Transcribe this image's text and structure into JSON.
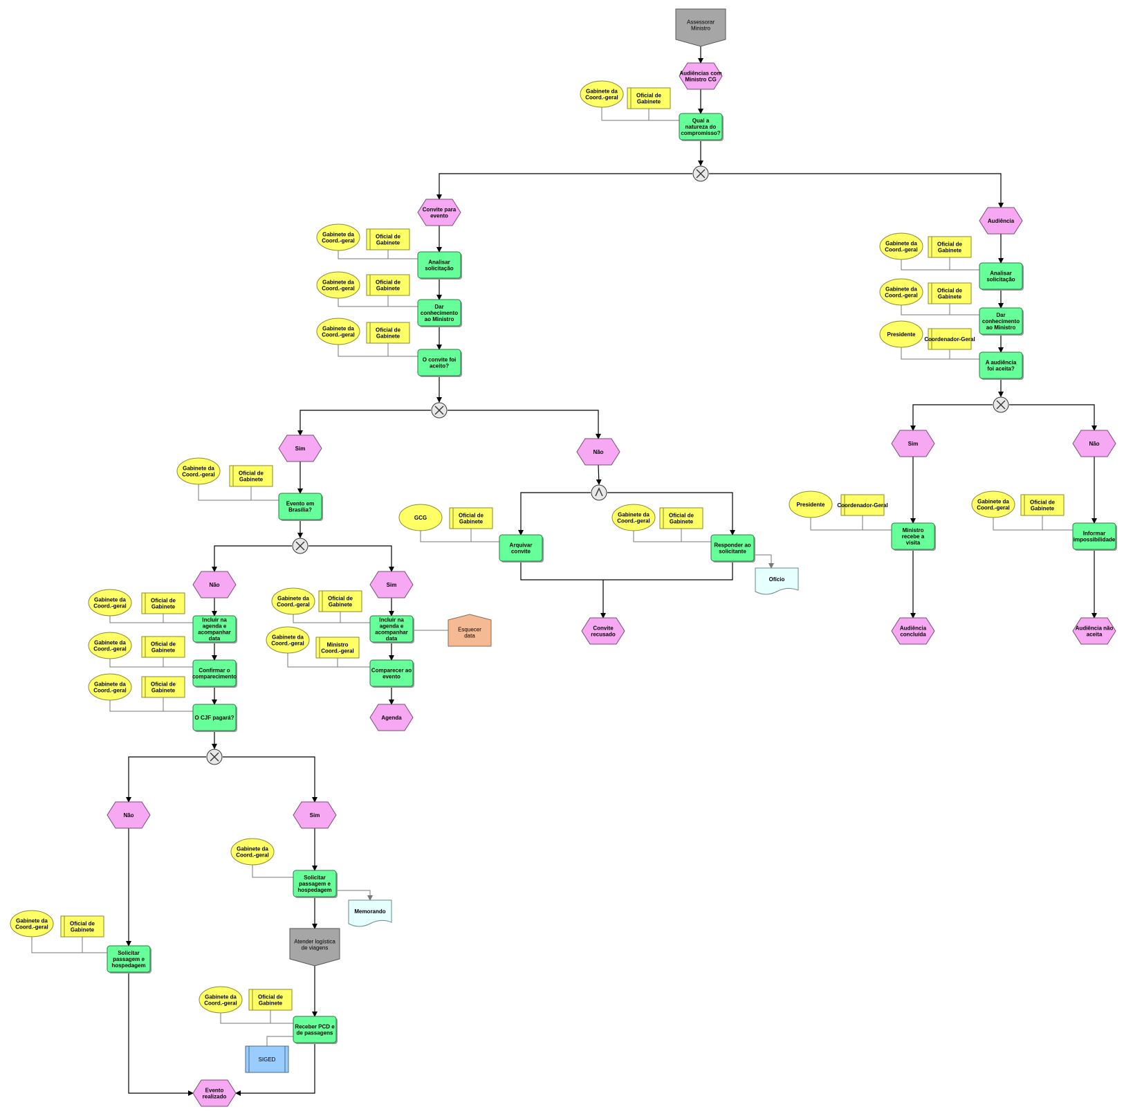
{
  "colors": {
    "function": "#66ff99",
    "event": "#f7a8f2",
    "org_unit": "#ffff66",
    "role": "#ffff66",
    "process_path": "#a6a6a6",
    "document": "#e6ffff",
    "system": "#99ccff",
    "other": "#f5b994",
    "connector": "#e8e8e8"
  },
  "nodes": [
    {
      "id": "pp_top",
      "type": "process_path",
      "label": "Assessorar Ministro"
    },
    {
      "id": "e_aud_cg",
      "type": "event",
      "label": "Audiências com Ministro CG"
    },
    {
      "id": "f_natureza",
      "type": "function",
      "label": "Qual a natureza do compromisso?"
    },
    {
      "id": "x1",
      "type": "xor"
    },
    {
      "id": "e_convite",
      "type": "event",
      "label": "Convite para evento"
    },
    {
      "id": "e_audiencia",
      "type": "event",
      "label": "Audiência"
    },
    {
      "id": "f_analisar_l",
      "type": "function",
      "label": "Analisar solicitação"
    },
    {
      "id": "f_dar_l",
      "type": "function",
      "label": "Dar conhecimento ao Ministro"
    },
    {
      "id": "f_aceito_l",
      "type": "function",
      "label": "O convite foi aceito?"
    },
    {
      "id": "x2",
      "type": "xor"
    },
    {
      "id": "e_sim2",
      "type": "event",
      "label": "Sim"
    },
    {
      "id": "e_nao2",
      "type": "event",
      "label": "Não"
    },
    {
      "id": "f_brasilia",
      "type": "function",
      "label": "Evento em Brasília?"
    },
    {
      "id": "x3",
      "type": "xor"
    },
    {
      "id": "e_nao3",
      "type": "event",
      "label": "Não"
    },
    {
      "id": "e_sim3",
      "type": "event",
      "label": "Sim"
    },
    {
      "id": "f_incluir_a",
      "type": "function",
      "label": "Incluir na agenda e acompanhar data"
    },
    {
      "id": "f_confirmar",
      "type": "function",
      "label": "Confirmar o comparecimento"
    },
    {
      "id": "f_cjf",
      "type": "function",
      "label": "O CJF pagará?"
    },
    {
      "id": "f_incluir_b",
      "type": "function",
      "label": "Incluir na agenda e acompanhar data"
    },
    {
      "id": "f_comparecer",
      "type": "function",
      "label": "Comparecer ao evento"
    },
    {
      "id": "e_agenda",
      "type": "event",
      "label": "Agenda"
    },
    {
      "id": "o_esquecer",
      "type": "other",
      "label": "Esquecer data"
    },
    {
      "id": "x4",
      "type": "xor"
    },
    {
      "id": "e_nao4",
      "type": "event",
      "label": "Não"
    },
    {
      "id": "e_sim4",
      "type": "event",
      "label": "Sim"
    },
    {
      "id": "f_solic_b",
      "type": "function",
      "label": "Solicitar passagem e hospedagem"
    },
    {
      "id": "d_memorando",
      "type": "document",
      "label": "Memorando"
    },
    {
      "id": "pp_logistica",
      "type": "process_path",
      "label": "Atender logística de viagens"
    },
    {
      "id": "f_receber",
      "type": "function",
      "label": "Receber PCD e de passagens"
    },
    {
      "id": "s_siged",
      "type": "system",
      "label": "SIGED"
    },
    {
      "id": "f_solic_a",
      "type": "function",
      "label": "Solicitar passagem e hospedagem"
    },
    {
      "id": "e_realizado",
      "type": "event",
      "label": "Evento realizado"
    },
    {
      "id": "a1",
      "type": "and"
    },
    {
      "id": "f_arquivar",
      "type": "function",
      "label": "Arquivar convite"
    },
    {
      "id": "f_responder",
      "type": "function",
      "label": "Responder ao solicitante"
    },
    {
      "id": "d_oficio",
      "type": "document",
      "label": "Ofício"
    },
    {
      "id": "e_recusado",
      "type": "event",
      "label": "Convite recusado"
    },
    {
      "id": "f_analisar_r",
      "type": "function",
      "label": "Analisar solicitação"
    },
    {
      "id": "f_dar_r",
      "type": "function",
      "label": "Dar conhecimento ao Ministro"
    },
    {
      "id": "f_aud_aceita",
      "type": "function",
      "label": "A audiência foi aceita?"
    },
    {
      "id": "x5",
      "type": "xor"
    },
    {
      "id": "e_sim5",
      "type": "event",
      "label": "Sim"
    },
    {
      "id": "e_nao5",
      "type": "event",
      "label": "Não"
    },
    {
      "id": "f_recebe",
      "type": "function",
      "label": "Ministro recebe a visita"
    },
    {
      "id": "f_informar",
      "type": "function",
      "label": "Informar impossibilidade"
    },
    {
      "id": "e_concluida",
      "type": "event",
      "label": "Audiência concluída"
    },
    {
      "id": "e_nao_aceita",
      "type": "event",
      "label": "Audiência não aceita"
    },
    {
      "id": "o1",
      "type": "org_unit",
      "label": "Gabinete da Coord.-geral"
    },
    {
      "id": "r1",
      "type": "role",
      "label": "Oficial de Gabinete"
    },
    {
      "id": "o2",
      "type": "org_unit",
      "label": "Gabinete da Coord.-geral"
    },
    {
      "id": "r2",
      "type": "role",
      "label": "Oficial de Gabinete"
    },
    {
      "id": "o3",
      "type": "org_unit",
      "label": "Gabinete da Coord.-geral"
    },
    {
      "id": "r3",
      "type": "role",
      "label": "Oficial de Gabinete"
    },
    {
      "id": "o4",
      "type": "org_unit",
      "label": "Gabinete da Coord.-geral"
    },
    {
      "id": "r4",
      "type": "role",
      "label": "Oficial de Gabinete"
    },
    {
      "id": "o5",
      "type": "org_unit",
      "label": "Gabinete da Coord.-geral"
    },
    {
      "id": "r5",
      "type": "role",
      "label": "Oficial de Gabinete"
    },
    {
      "id": "o6",
      "type": "org_unit",
      "label": "Gabinete da Coord.-geral"
    },
    {
      "id": "r6",
      "type": "role",
      "label": "Oficial de Gabinete"
    },
    {
      "id": "o7",
      "type": "org_unit",
      "label": "Gabinete da Coord.-geral"
    },
    {
      "id": "r7",
      "type": "role",
      "label": "Oficial de Gabinete"
    },
    {
      "id": "o8",
      "type": "org_unit",
      "label": "Gabinete da Coord.-geral"
    },
    {
      "id": "r8",
      "type": "role",
      "label": "Oficial de Gabinete"
    },
    {
      "id": "o9",
      "type": "org_unit",
      "label": "Gabinete da Coord.-geral"
    },
    {
      "id": "r9",
      "type": "role",
      "label": "Oficial de Gabinete"
    },
    {
      "id": "o10",
      "type": "org_unit",
      "label": "Gabinete da Coord.-geral"
    },
    {
      "id": "r10",
      "type": "role",
      "label": "Ministro Coord.-geral"
    },
    {
      "id": "o11",
      "type": "org_unit",
      "label": "Gabinete da Coord.-geral"
    },
    {
      "id": "o12",
      "type": "org_unit",
      "label": "Gabinete da Coord.-geral"
    },
    {
      "id": "r12",
      "type": "role",
      "label": "Oficial de Gabinete"
    },
    {
      "id": "o13",
      "type": "org_unit",
      "label": "Gabinete da Coord.-geral"
    },
    {
      "id": "r13",
      "type": "role",
      "label": "Oficial de Gabinete"
    },
    {
      "id": "o14",
      "type": "org_unit",
      "label": "GCG"
    },
    {
      "id": "r14",
      "type": "role",
      "label": "Oficial de Gabinete"
    },
    {
      "id": "o15",
      "type": "org_unit",
      "label": "Gabinete da Coord.-geral"
    },
    {
      "id": "r15",
      "type": "role",
      "label": "Oficial de Gabinete"
    },
    {
      "id": "o16",
      "type": "org_unit",
      "label": "Gabinete da Coord.-geral"
    },
    {
      "id": "r16",
      "type": "role",
      "label": "Oficial de Gabinete"
    },
    {
      "id": "o17",
      "type": "org_unit",
      "label": "Gabinete da Coord.-geral"
    },
    {
      "id": "r17",
      "type": "role",
      "label": "Oficial de Gabinete"
    },
    {
      "id": "o18",
      "type": "org_unit",
      "label": "Presidente"
    },
    {
      "id": "r18",
      "type": "role",
      "label": "Coordenador-Geral"
    },
    {
      "id": "o19",
      "type": "org_unit",
      "label": "Presidente"
    },
    {
      "id": "r19",
      "type": "role",
      "label": "Coordenador-Geral"
    },
    {
      "id": "o20",
      "type": "org_unit",
      "label": "Gabinete da Coord.-geral"
    },
    {
      "id": "r20",
      "type": "role",
      "label": "Oficial de Gabinete"
    }
  ]
}
